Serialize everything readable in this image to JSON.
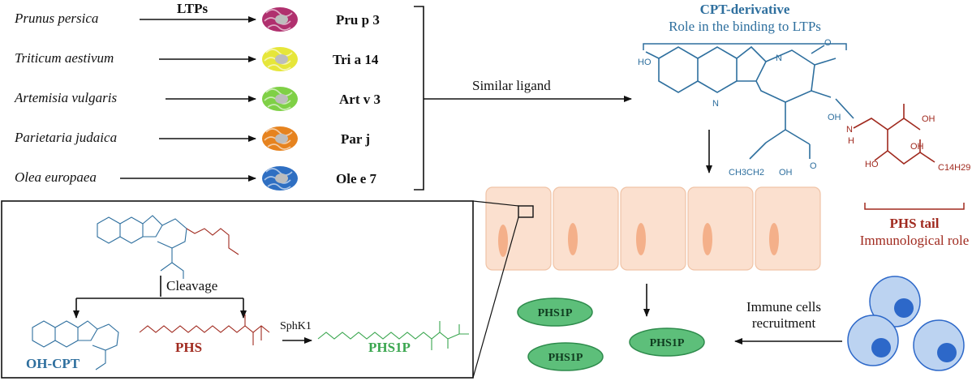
{
  "ltps_header": "LTPs",
  "rows": [
    {
      "species": "Prunus persica",
      "protein": "Pru p 3",
      "color": "#b0306e"
    },
    {
      "species": "Triticum aestivum",
      "protein": "Tri a 14",
      "color": "#e6e63a"
    },
    {
      "species": "Artemisia vulgaris",
      "protein": "Art v 3",
      "color": "#7fd046"
    },
    {
      "species": "Parietaria judaica",
      "protein": "Par j",
      "color": "#e6831f"
    },
    {
      "species": "Olea europaea",
      "protein": "Ole e 7",
      "color": "#2f6fc2"
    }
  ],
  "similar_ligand": "Similar ligand",
  "cpt": {
    "title": "CPT-derivative",
    "subtitle": "Role in the binding to LTPs"
  },
  "phs_tail": {
    "title": "PHS tail",
    "subtitle": "Immunological role"
  },
  "inset": {
    "cleavage": "Cleavage",
    "ohcpt": "OH-CPT",
    "phs": "PHS",
    "sphk1": "SphK1",
    "phs1p": "PHS1P"
  },
  "phs1p_label": "PHS1P",
  "immune": {
    "line1": "Immune cells",
    "line2": "recruitment"
  },
  "atoms": {
    "ho": "HO",
    "n": "N",
    "o": "O",
    "oh": "OH",
    "h": "H",
    "ch3ch2": "CH3CH2",
    "c14h29": "C14H29"
  },
  "colors": {
    "cpt": "#2e6f9e",
    "phs": "#a02a1f",
    "phs1p": "#3aa64f",
    "cells": "#fbe0cf",
    "immune_cell": "#bcd3f1",
    "immune_nucleus": "#2d68c9"
  }
}
